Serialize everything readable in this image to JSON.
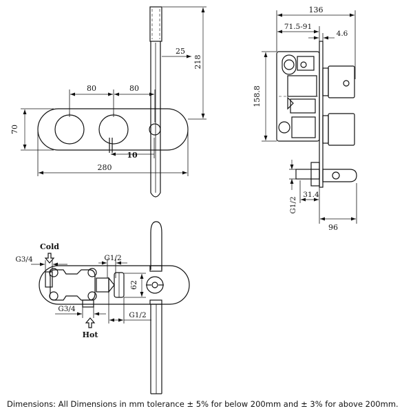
{
  "front_view": {
    "dim_handset_height": "218",
    "dim_handset_offset": "25",
    "dim_spacing_left": "80",
    "dim_spacing_right": "80",
    "dim_plate_height": "70",
    "dim_offset_small": "10",
    "dim_plate_width": "280"
  },
  "side_view": {
    "dim_total_depth": "136",
    "dim_adjust_range": "71.5-91",
    "dim_plate_thickness": "4.6",
    "dim_body_height": "158.8",
    "dim_outlet_depth": "31.4",
    "dim_outlet_thread": "G1/2",
    "dim_outlet_total": "96"
  },
  "rear_view": {
    "label_cold": "Cold",
    "label_hot": "Hot",
    "dim_inlet_cold": "G3/4",
    "dim_inlet_hot": "G3/4",
    "dim_outlet_top": "G1/2",
    "dim_outlet_bottom": "G1/2",
    "dim_centre": "62"
  },
  "caption": {
    "text": "Dimensions: All Dimensions in mm tolerance ± 5% for below 200mm and ± 3% for above 200mm."
  }
}
